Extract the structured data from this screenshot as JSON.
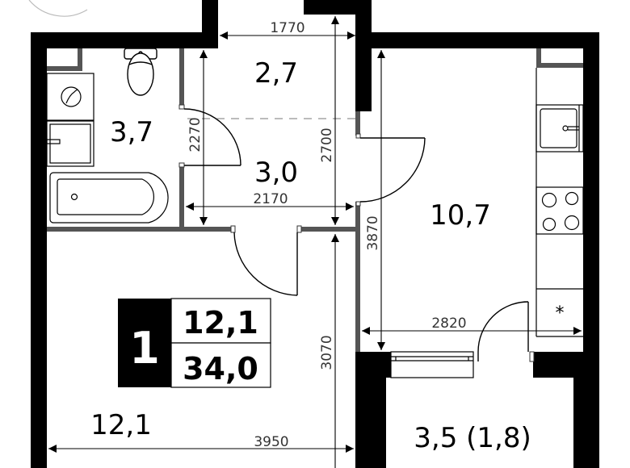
{
  "plan": {
    "rooms": [
      {
        "id": "toilet",
        "area": "2,7"
      },
      {
        "id": "bathroom",
        "area": "3,7"
      },
      {
        "id": "hallway",
        "area": "3,0"
      },
      {
        "id": "kitchen",
        "area": "10,7"
      },
      {
        "id": "living-room",
        "area": "12,1"
      },
      {
        "id": "balcony",
        "area": "3,5 (1,8)"
      }
    ],
    "dimensions": {
      "toilet_width": "1770",
      "bathroom_height": "2270",
      "hallway_height": "2700",
      "hallway_width": "2170",
      "kitchen_height": "3870",
      "kitchen_width": "2820",
      "living_height": "3070",
      "living_width": "3950"
    },
    "info_box": {
      "rooms_count": "1",
      "living_area": "12,1",
      "total_area": "34,0"
    },
    "colors": {
      "wall": "#000000",
      "partition": "#555555",
      "line": "#222222"
    }
  }
}
